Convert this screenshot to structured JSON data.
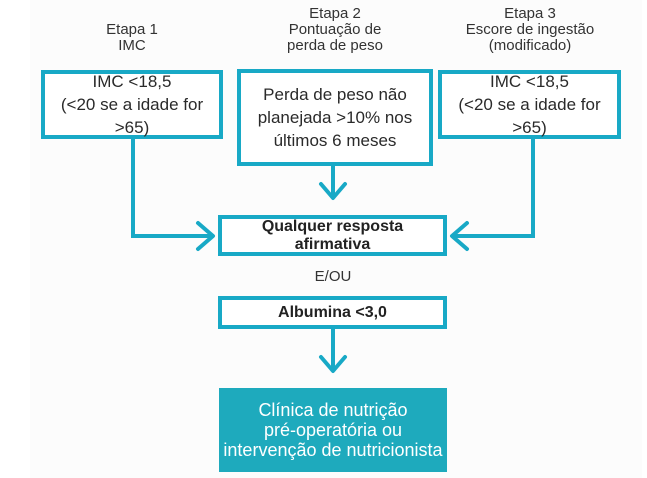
{
  "colors": {
    "accent": "#18a9c6",
    "final_fill": "#1eaabd",
    "text": "#2a2a2a"
  },
  "steps": [
    {
      "title_lines": [
        "Etapa 1",
        "IMC"
      ],
      "box_lines": [
        "IMC <18,5",
        "(<20 se a idade for >65)"
      ]
    },
    {
      "title_lines": [
        "Etapa 2",
        "Pontuação de",
        "perda de peso"
      ],
      "box_lines": [
        "Perda de peso não",
        "planejada >10% nos",
        "últimos 6 meses"
      ]
    },
    {
      "title_lines": [
        "Etapa 3",
        "Escore de ingestão",
        "(modificado)"
      ],
      "box_lines": [
        "IMC <18,5",
        "(<20 se a idade for >65)"
      ]
    }
  ],
  "merge_box": {
    "text": "Qualquer resposta afirmativa"
  },
  "connector_label": "E/OU",
  "albumin_box": {
    "text": "Albumina <3,0"
  },
  "outcome_box": {
    "lines": [
      "Clínica de nutrição",
      "pré-operatória ou",
      "intervenção de nutricionista"
    ]
  },
  "icons": {
    "arrow": "arrow-icon"
  }
}
